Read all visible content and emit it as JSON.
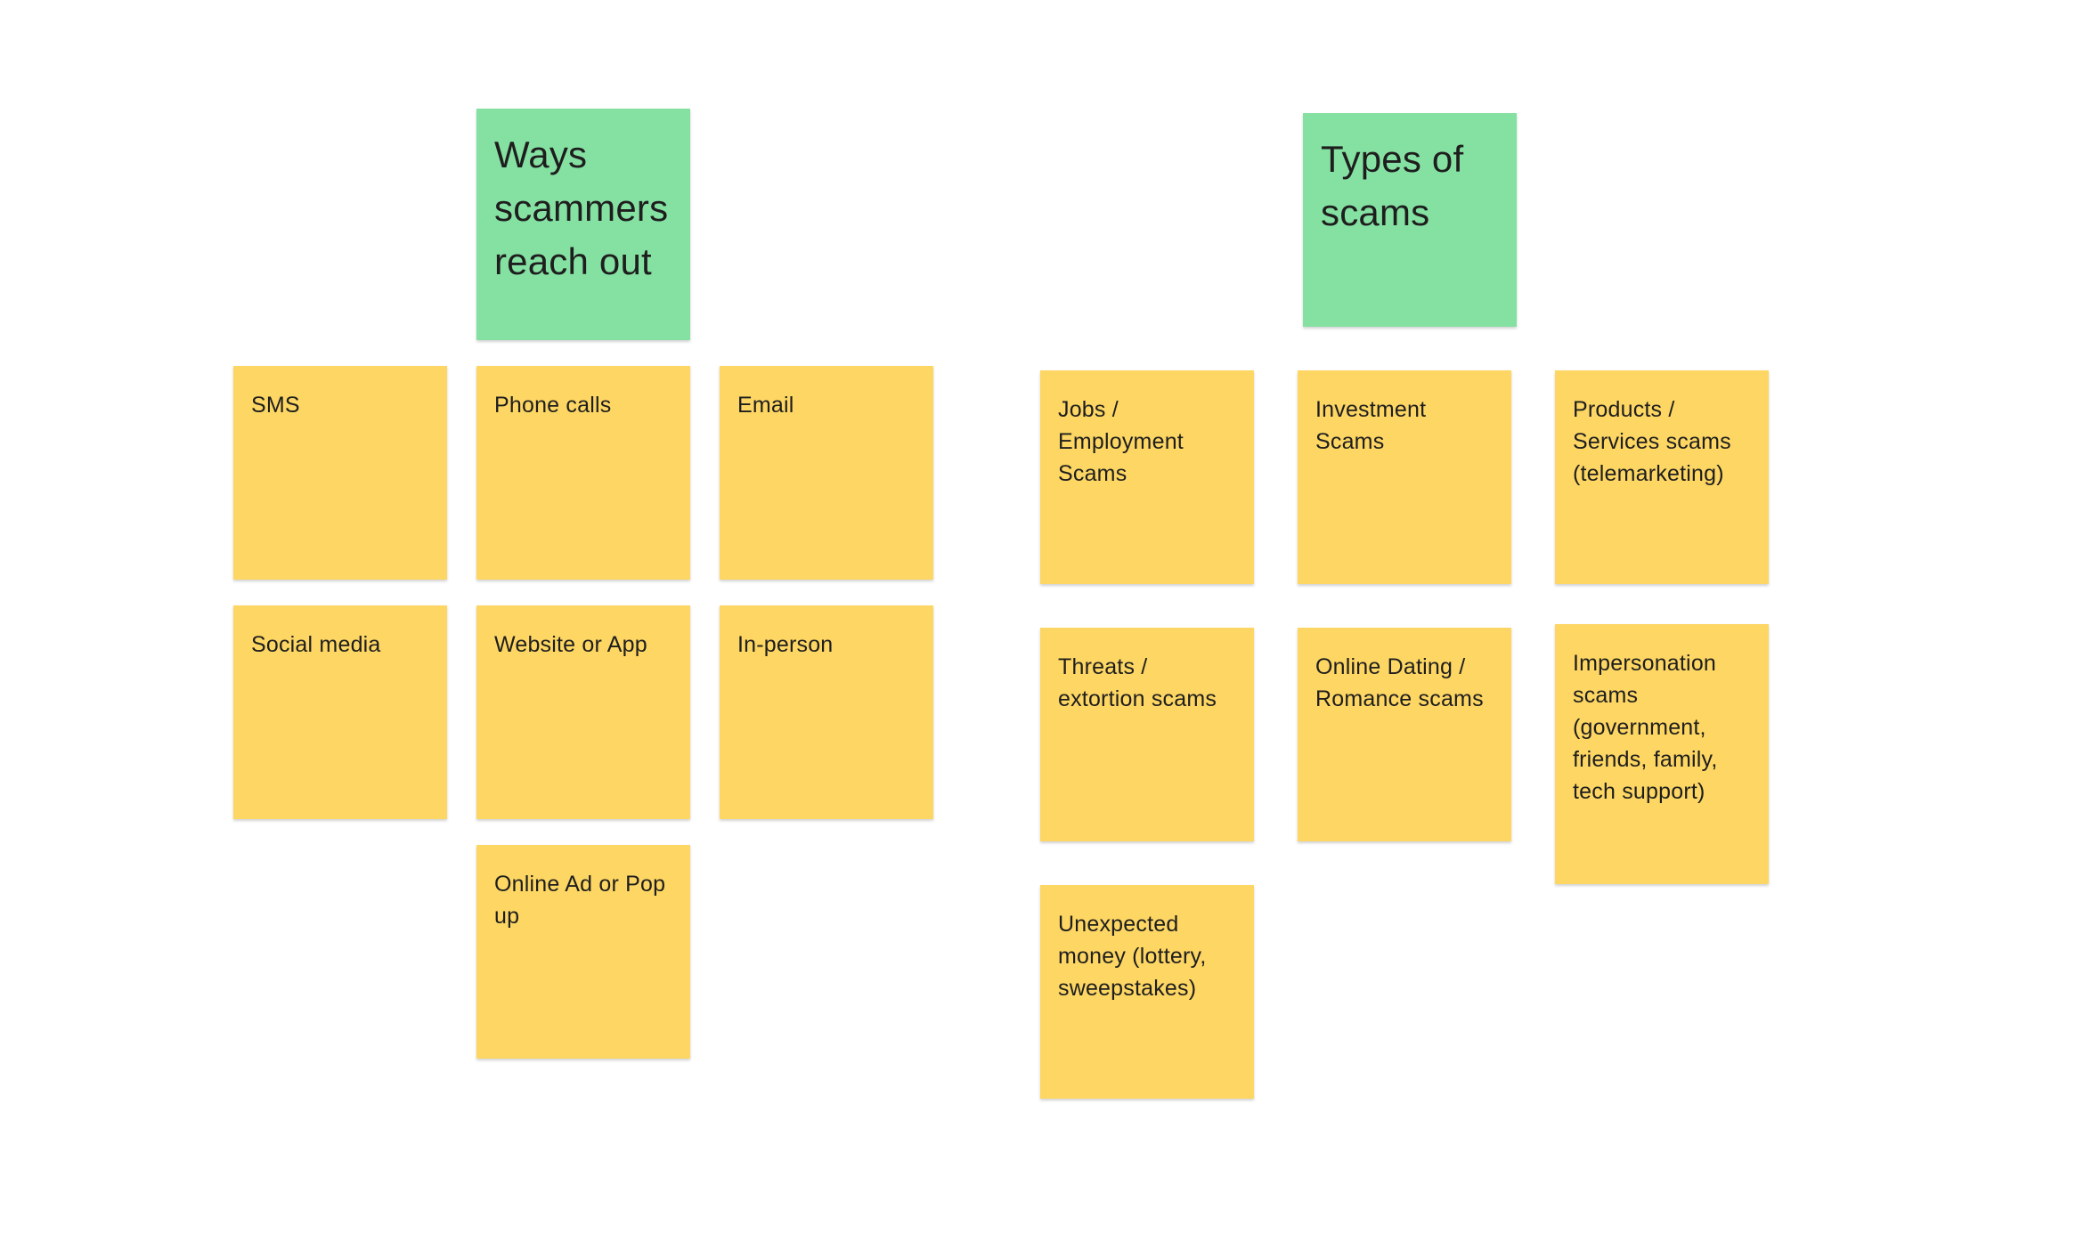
{
  "board": {
    "colors": {
      "header_sticky": "#85e1a2",
      "item_sticky": "#fdd663",
      "text": "#1e1e1e",
      "background": "#ffffff"
    },
    "left_cluster": {
      "header": "Ways scammers reach out",
      "notes": [
        "SMS",
        "Phone calls",
        "Email",
        "Social media",
        "Website or App",
        "In-person",
        "Online Ad or Pop up"
      ]
    },
    "right_cluster": {
      "header": "Types of scams",
      "notes": [
        "Jobs / Employment Scams",
        "Investment Scams",
        "Products / Services scams (telemarketing)",
        "Threats / extortion scams",
        "Online Dating / Romance scams",
        "Impersonation scams (government, friends, family, tech support)",
        "Unexpected money (lottery, sweepstakes)"
      ]
    }
  }
}
